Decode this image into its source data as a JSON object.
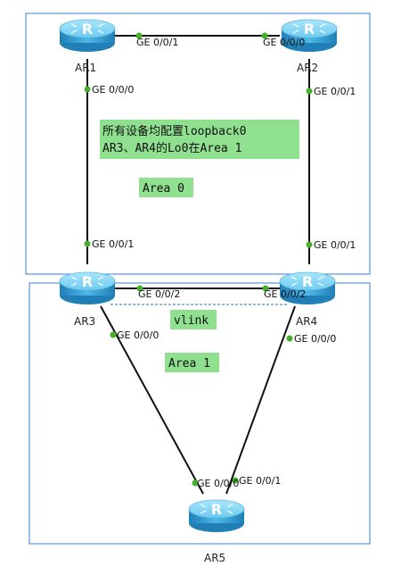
{
  "routers": {
    "ar1": "AR1",
    "ar2": "AR2",
    "ar3": "AR3",
    "ar4": "AR4",
    "ar5": "AR5",
    "icon_letter": "R"
  },
  "ports": {
    "ar1_to_ar2": "GE 0/0/1",
    "ar2_to_ar1": "GE 0/0/0",
    "ar1_to_ar3": "GE 0/0/0",
    "ar2_to_ar4": "GE 0/0/1",
    "ar3_to_ar1": "GE 0/0/1",
    "ar4_to_ar2": "GE 0/0/1",
    "ar3_to_ar4": "GE 0/0/2",
    "ar4_to_ar3": "GE 0/0/2",
    "ar3_to_ar5": "GE 0/0/0",
    "ar4_to_ar5": "GE 0/0/0",
    "ar5_to_ar3": "GE 0/0/0",
    "ar5_to_ar4": "GE 0/0/1"
  },
  "notes": {
    "line1": "所有设备均配置loopback0",
    "line2": "AR3、AR4的Lo0在Area 1",
    "area0": "Area 0",
    "area1": "Area 1",
    "vlink": "vlink"
  },
  "colors": {
    "area_border": "#3d7fc4",
    "link": "#111111",
    "vlink": "#2f6fb0",
    "port_dot": "#43b02a",
    "note_bg": "#8fe08f",
    "router_top": "#7fd3f3",
    "router_side": "#2c93c9"
  },
  "icons": [
    "router-icon"
  ]
}
